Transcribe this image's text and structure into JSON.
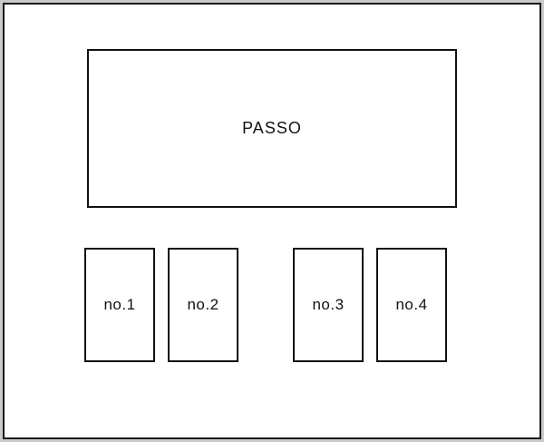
{
  "diagram": {
    "main_box": {
      "label": "PASSO"
    },
    "slots": [
      {
        "label": "no.1"
      },
      {
        "label": "no.2"
      },
      {
        "label": "no.3"
      },
      {
        "label": "no.4"
      }
    ]
  }
}
